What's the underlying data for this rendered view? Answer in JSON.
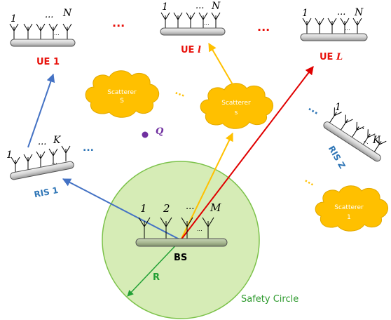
{
  "colors": {
    "ue_label": "#e8120c",
    "ris_label": "#2e75b6",
    "circle_fill": "#d6ecb6",
    "circle_stroke": "#7cc24a",
    "safety_text": "#2e9a2e",
    "scatterer_fill": "#ffc000",
    "arrow_blue": "#4472c4",
    "arrow_yellow": "#ffc000",
    "arrow_red": "#e00000",
    "arrow_green": "#22a035",
    "point_q": "#7030a0"
  },
  "labels": {
    "ue1": "UE 1",
    "uel_prefix": "UE ",
    "uel_index": "l",
    "uelL_prefix": "UE ",
    "uelL_index": "L",
    "ris1": "RIS 1",
    "risz": "RIS Z",
    "bs": "BS",
    "radius": "R",
    "safety_circle": "Safety Circle",
    "point": "Q",
    "ellipsis": "...",
    "dots_red": "..."
  },
  "antenna_labels": {
    "ue1_first": "1",
    "ue1_last": "N",
    "uel_first": "1",
    "uel_last": "N",
    "uelL_first": "1",
    "uelL_last": "N",
    "ris1_first": "1",
    "ris1_last": "K",
    "risz_first": "1",
    "risz_last": "K",
    "bs_1": "1",
    "bs_2": "2",
    "bs_last": "M"
  },
  "scatterers": {
    "left": {
      "line1": "Scatterer",
      "line2": "S"
    },
    "middle": {
      "line1": "Scatterer",
      "line2": "s"
    },
    "right": {
      "line1": "Scatterer",
      "line2": "1"
    }
  }
}
